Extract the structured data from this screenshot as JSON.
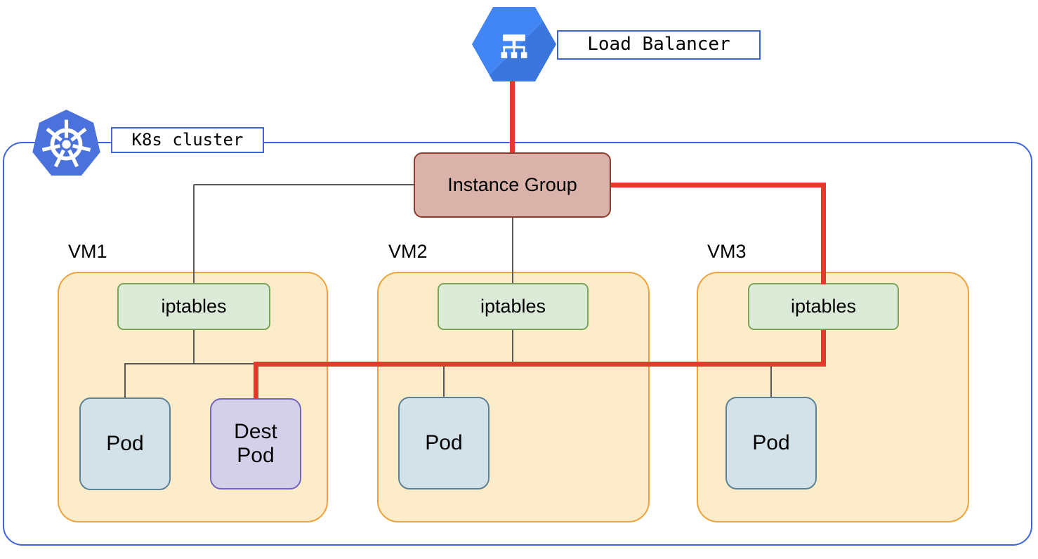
{
  "load_balancer": {
    "label": "Load Balancer",
    "icon": "gcp-load-balancer-hexagon-icon"
  },
  "cluster": {
    "label": "K8s cluster",
    "icon": "kubernetes-helm-icon"
  },
  "instance_group": {
    "label": "Instance Group"
  },
  "vms": [
    {
      "name": "VM1",
      "iptables_label": "iptables",
      "pods": [
        {
          "label": "Pod"
        },
        {
          "label": "Dest Pod"
        }
      ]
    },
    {
      "name": "VM2",
      "iptables_label": "iptables",
      "pods": [
        {
          "label": "Pod"
        }
      ]
    },
    {
      "name": "VM3",
      "iptables_label": "iptables",
      "pods": [
        {
          "label": "Pod"
        }
      ]
    }
  ],
  "paths": {
    "traffic_path": "Load Balancer -> Instance Group -> VM3 iptables -> Dest Pod (VM1)",
    "control_links": "Instance Group -> VM1 iptables, VM2 iptables; iptables -> Pods"
  },
  "colors": {
    "traffic_red": "#e43a2b",
    "connector_gray": "#595959",
    "cluster_blue": "#3e64de",
    "gcp_blue": "#4285f4",
    "k8s_blue": "#4a71dc",
    "vm_fill": "#fcecca",
    "vm_border": "#f0a33c",
    "iptables_fill": "#dcead8",
    "iptables_border": "#7ba45a",
    "pod_fill": "#d3e1e9",
    "pod_border": "#5d8294",
    "dest_pod_fill": "#d5d0ea",
    "dest_pod_border": "#7365c1",
    "instance_group_fill": "#d9b3a9",
    "instance_group_border": "#8c3b2c"
  }
}
